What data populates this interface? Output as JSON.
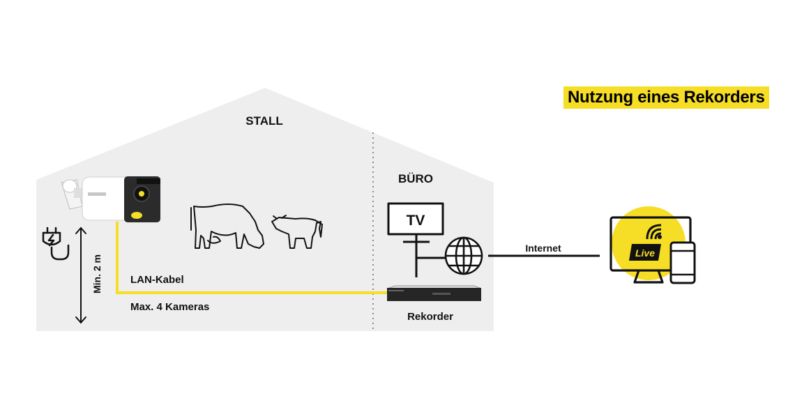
{
  "title": "Nutzung eines Rekorders",
  "labels": {
    "stall": "STALL",
    "buero": "BÜRO",
    "lan_kabel": "LAN-Kabel",
    "max_kameras": "Max. 4 Kameras",
    "min_height": "Min. 2 m",
    "rekorder": "Rekorder",
    "internet": "Internet",
    "tv": "TV",
    "live": "Live"
  },
  "colors": {
    "accent_yellow": "#f6dd26",
    "building_fill": "#eeeeee",
    "line_black": "#111111"
  },
  "icons": [
    "power-plug-icon",
    "camera",
    "cow-icon",
    "calf-icon",
    "tv-icon",
    "globe-icon",
    "recorder-device",
    "monitor-icon",
    "smartphone-icon",
    "live-stream-icon"
  ]
}
